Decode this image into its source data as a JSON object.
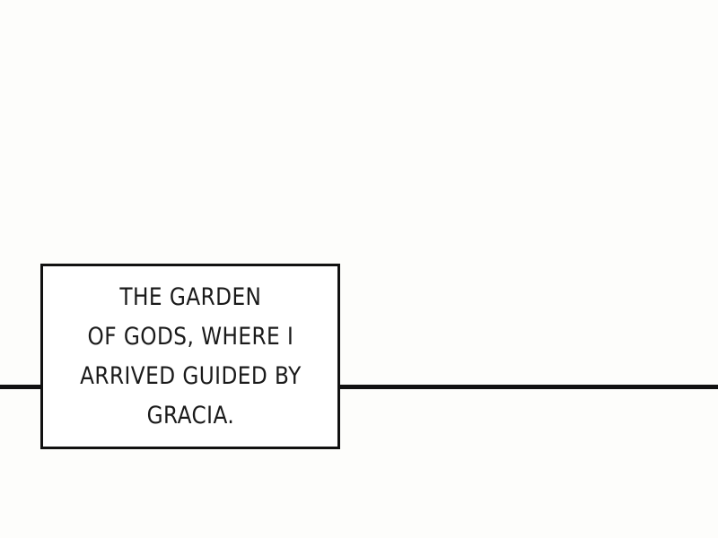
{
  "caption": {
    "lines": [
      "THE GARDEN",
      "OF GODS, WHERE I",
      "ARRIVED GUIDED BY",
      "GRACIA."
    ]
  },
  "colors": {
    "background": "#fdfdfb",
    "ink": "#111111",
    "box_fill": "#ffffff"
  }
}
